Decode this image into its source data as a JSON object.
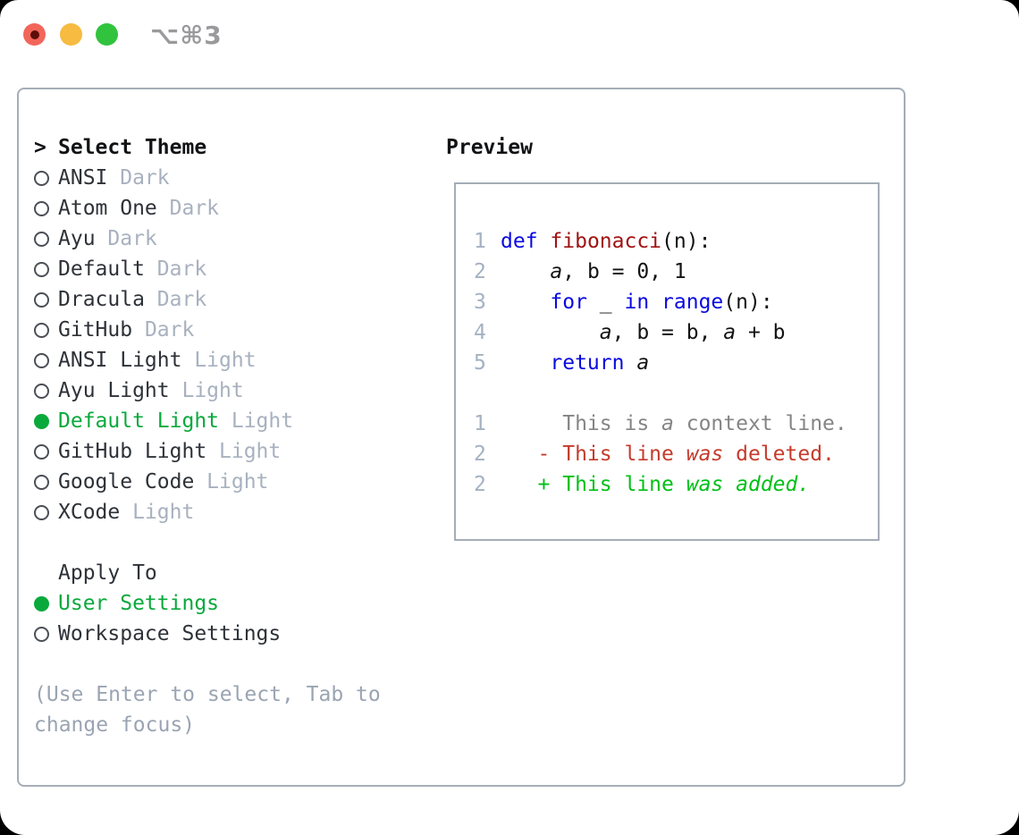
{
  "window": {
    "title": "⌥⌘3",
    "traffic_lights": [
      "close",
      "minimize",
      "zoom"
    ]
  },
  "theme_panel": {
    "header": {
      "prompt": ">",
      "label": "Select Theme"
    },
    "themes": [
      {
        "name": "ANSI",
        "variant": "Dark",
        "selected": false
      },
      {
        "name": "Atom One",
        "variant": "Dark",
        "selected": false
      },
      {
        "name": "Ayu",
        "variant": "Dark",
        "selected": false
      },
      {
        "name": "Default",
        "variant": "Dark",
        "selected": false
      },
      {
        "name": "Dracula",
        "variant": "Dark",
        "selected": false
      },
      {
        "name": "GitHub",
        "variant": "Dark",
        "selected": false
      },
      {
        "name": "ANSI Light",
        "variant": "Light",
        "selected": false
      },
      {
        "name": "Ayu Light",
        "variant": "Light",
        "selected": false
      },
      {
        "name": "Default Light",
        "variant": "Light",
        "selected": true
      },
      {
        "name": "GitHub Light",
        "variant": "Light",
        "selected": false
      },
      {
        "name": "Google Code",
        "variant": "Light",
        "selected": false
      },
      {
        "name": "XCode",
        "variant": "Light",
        "selected": false
      }
    ],
    "apply_to": {
      "label": "Apply To",
      "options": [
        {
          "label": "User Settings",
          "selected": true
        },
        {
          "label": "Workspace Settings",
          "selected": false
        }
      ]
    },
    "hint": "(Use Enter to select, Tab to change focus)"
  },
  "preview": {
    "label": "Preview",
    "code_lines": [
      {
        "num": "1",
        "tokens": [
          {
            "t": "def",
            "s": "kw"
          },
          {
            "t": " "
          },
          {
            "t": "fibonacci",
            "s": "fn"
          },
          {
            "t": "(n):"
          }
        ]
      },
      {
        "num": "2",
        "tokens": [
          {
            "t": "    "
          },
          {
            "t": "a",
            "s": "var"
          },
          {
            "t": ", b = 0, 1"
          }
        ]
      },
      {
        "num": "3",
        "tokens": [
          {
            "t": "    "
          },
          {
            "t": "for",
            "s": "kw"
          },
          {
            "t": " _ "
          },
          {
            "t": "in",
            "s": "kw"
          },
          {
            "t": " "
          },
          {
            "t": "range",
            "s": "kw"
          },
          {
            "t": "(n):"
          }
        ]
      },
      {
        "num": "4",
        "tokens": [
          {
            "t": "        "
          },
          {
            "t": "a",
            "s": "var"
          },
          {
            "t": ", b = b, "
          },
          {
            "t": "a",
            "s": "var"
          },
          {
            "t": " + b"
          }
        ]
      },
      {
        "num": "5",
        "tokens": [
          {
            "t": "    "
          },
          {
            "t": "return",
            "s": "kw"
          },
          {
            "t": " "
          },
          {
            "t": "a",
            "s": "var"
          }
        ]
      },
      {
        "num": "",
        "tokens": []
      },
      {
        "num": "1",
        "tokens": [
          {
            "t": "     This is ",
            "s": "ctx"
          },
          {
            "t": "a",
            "s": "ctx-i"
          },
          {
            "t": " context line.",
            "s": "ctx"
          }
        ]
      },
      {
        "num": "2",
        "tokens": [
          {
            "t": "   - This line ",
            "s": "del"
          },
          {
            "t": "was",
            "s": "del-i"
          },
          {
            "t": " deleted.",
            "s": "del"
          }
        ]
      },
      {
        "num": "2",
        "tokens": [
          {
            "t": "   + This line ",
            "s": "add"
          },
          {
            "t": "was",
            "s": "add-i"
          },
          {
            "t": " ",
            "s": "add"
          },
          {
            "t": "added.",
            "s": "add-i"
          }
        ]
      }
    ]
  },
  "colors": {
    "accent_green": "#0aa93c",
    "diff_green": "#00c016",
    "diff_red": "#c53b2b",
    "keyword_blue": "#0909e0",
    "function_red": "#a01313",
    "context_gray": "#858585",
    "muted_gray": "#a8b1bf",
    "hint_gray": "#9aa4b2",
    "line_number_gray": "#a4b1c2",
    "border_gray": "#a5adb7",
    "ring_gray": "#4b4f56",
    "text_dark": "#121315",
    "name_dark": "#2e3238",
    "light_red": "#f2665a",
    "light_red_dot": "#5c0f09",
    "light_yellow": "#f6bb40",
    "light_green": "#31c33e",
    "title_gray": "#9a9a9d"
  }
}
